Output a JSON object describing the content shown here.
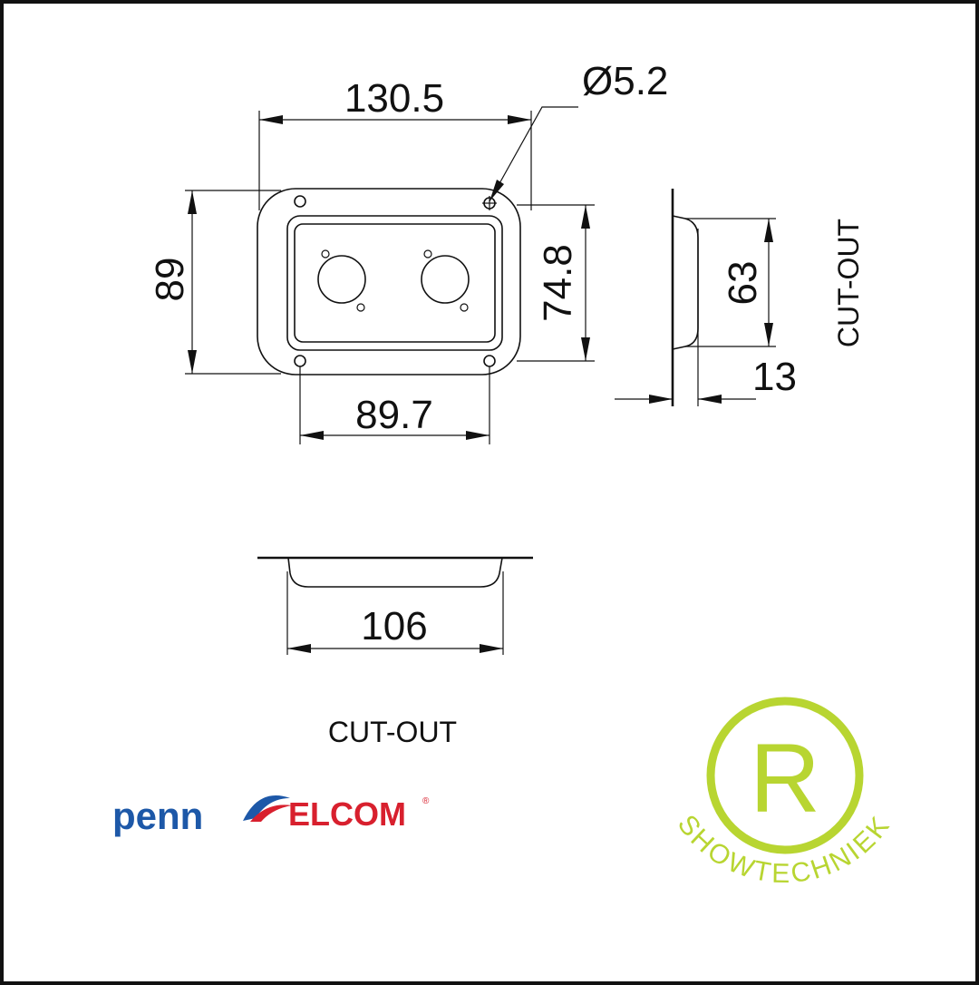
{
  "dimensions": {
    "overall_width": "130.5",
    "hole_diameter": "Ø5.2",
    "overall_height": "89",
    "inner_height": "74.8",
    "hole_spacing": "89.7",
    "cutout_height": "63",
    "depth": "13",
    "cutout_width": "106"
  },
  "labels": {
    "cut_out_side": "CUT-OUT",
    "cut_out_bottom": "CUT-OUT"
  },
  "logos": {
    "brand": "penn ELCOM",
    "brand_part1": "penn",
    "brand_part2": "ELCOM",
    "brand_registered": "®",
    "dealer_letter": "R",
    "dealer_name": "SHOWTECHNIEK"
  },
  "colors": {
    "line": "#111111",
    "penn_blue": "#1d58a8",
    "elcom_red": "#d8202e",
    "showtechniek_green": "#b8d531"
  }
}
